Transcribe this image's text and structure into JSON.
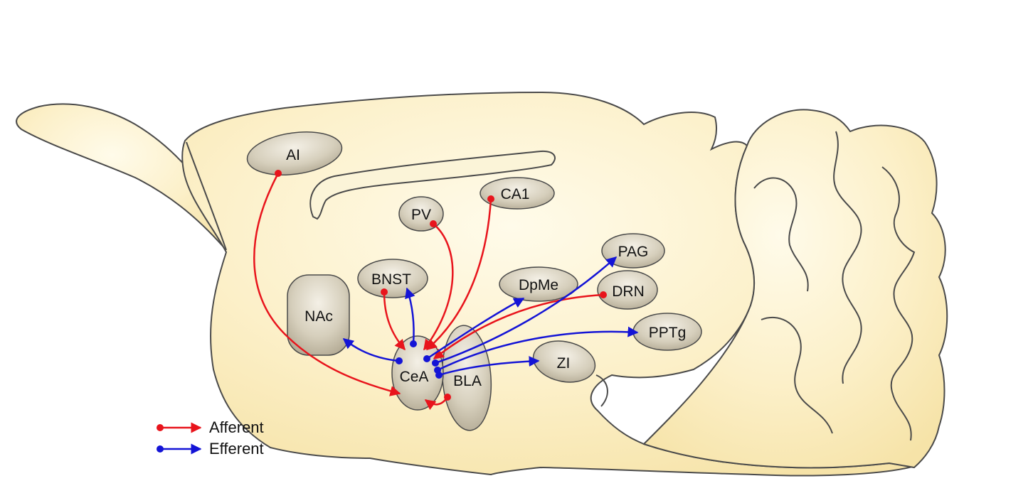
{
  "colors": {
    "afferent": "#e8141c",
    "efferent": "#1414d6",
    "brain_fill": "#fbeec0",
    "region_fill": "#cfc6b0",
    "outline": "#4a4a4a"
  },
  "regions": {
    "ai": "AI",
    "ca1": "CA1",
    "pv": "PV",
    "bnst": "BNST",
    "nac": "NAc",
    "dpme": "DpMe",
    "pag": "PAG",
    "drn": "DRN",
    "pptg": "PPTg",
    "zi": "ZI",
    "cea": "CeA",
    "bla": "BLA"
  },
  "legend": {
    "afferent_label": "Afferent",
    "efferent_label": "Efferent"
  }
}
